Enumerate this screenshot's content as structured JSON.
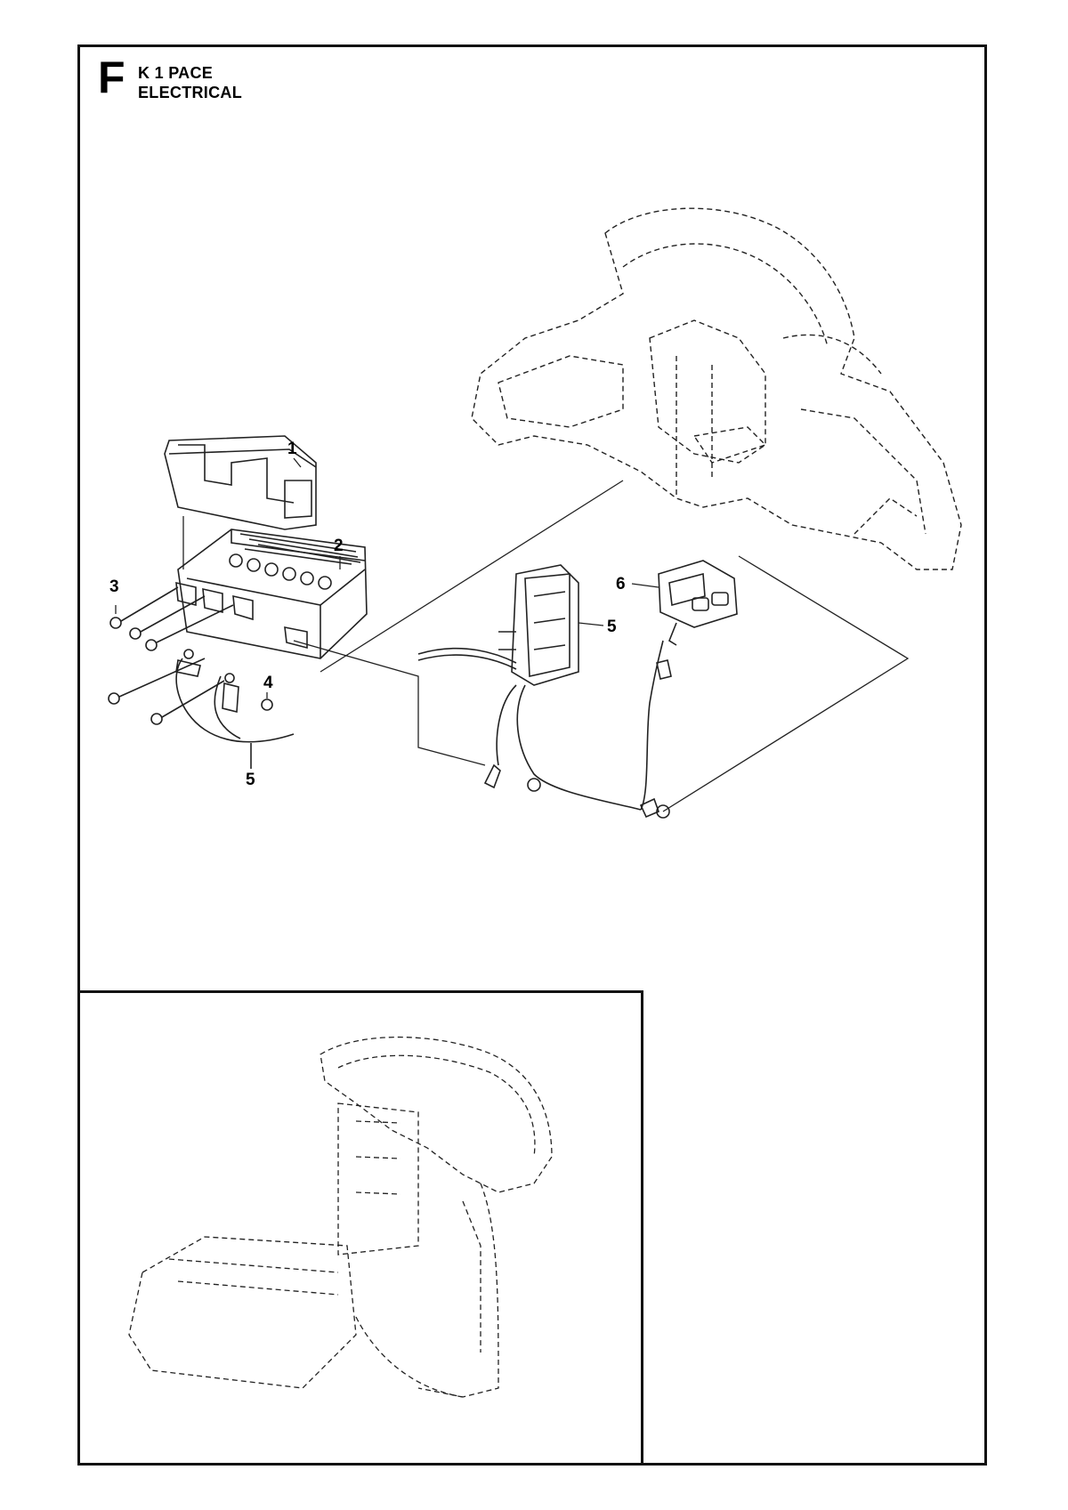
{
  "section": {
    "letter": "F",
    "model": "K 1 PACE",
    "group": "ELECTRICAL"
  },
  "callouts": [
    {
      "id": "1",
      "label": "1"
    },
    {
      "id": "2",
      "label": "2"
    },
    {
      "id": "3",
      "label": "3"
    },
    {
      "id": "4",
      "label": "4"
    },
    {
      "id": "5a",
      "label": "5"
    },
    {
      "id": "5b",
      "label": "5"
    },
    {
      "id": "6",
      "label": "6"
    }
  ]
}
